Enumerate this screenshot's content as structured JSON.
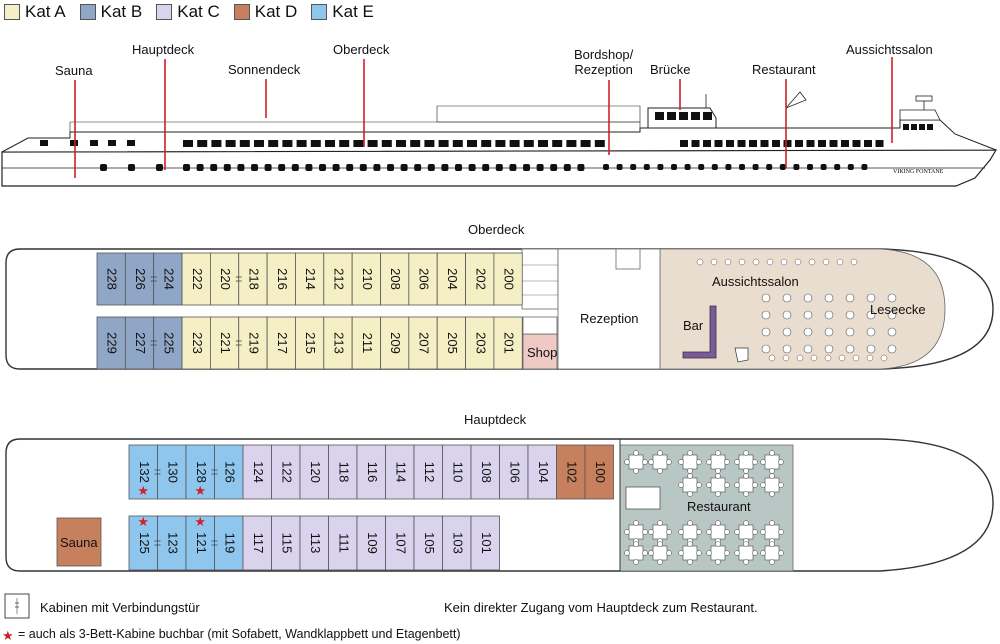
{
  "legend": [
    {
      "label": "Kat A",
      "color": "#f5efc6"
    },
    {
      "label": "Kat B",
      "color": "#8fa6c6"
    },
    {
      "label": "Kat C",
      "color": "#d9d3ee"
    },
    {
      "label": "Kat D",
      "color": "#c7805d"
    },
    {
      "label": "Kat E",
      "color": "#8fc6ee"
    }
  ],
  "profile_labels": {
    "sauna": "Sauna",
    "hauptdeck": "Hauptdeck",
    "sonnendeck": "Sonnendeck",
    "oberdeck": "Oberdeck",
    "bordshop_line1": "Bordshop/",
    "bordshop_line2": "Rezeption",
    "bruecke": "Brücke",
    "restaurant": "Restaurant",
    "aussichtssalon": "Aussichtssalon",
    "ship_name": "VIKING FONTANE"
  },
  "oberdeck": {
    "title": "Oberdeck",
    "top_row": [
      {
        "n": "228",
        "cat": "B"
      },
      {
        "n": "226",
        "cat": "B"
      },
      {
        "n": "224",
        "cat": "B"
      },
      {
        "n": "222",
        "cat": "A"
      },
      {
        "n": "220",
        "cat": "A"
      },
      {
        "n": "218",
        "cat": "A"
      },
      {
        "n": "216",
        "cat": "A"
      },
      {
        "n": "214",
        "cat": "A"
      },
      {
        "n": "212",
        "cat": "A"
      },
      {
        "n": "210",
        "cat": "A"
      },
      {
        "n": "208",
        "cat": "A"
      },
      {
        "n": "206",
        "cat": "A"
      },
      {
        "n": "204",
        "cat": "A"
      },
      {
        "n": "202",
        "cat": "A"
      },
      {
        "n": "200",
        "cat": "A"
      }
    ],
    "bottom_row": [
      {
        "n": "229",
        "cat": "B"
      },
      {
        "n": "227",
        "cat": "B"
      },
      {
        "n": "225",
        "cat": "B"
      },
      {
        "n": "223",
        "cat": "A"
      },
      {
        "n": "221",
        "cat": "A"
      },
      {
        "n": "219",
        "cat": "A"
      },
      {
        "n": "217",
        "cat": "A"
      },
      {
        "n": "215",
        "cat": "A"
      },
      {
        "n": "213",
        "cat": "A"
      },
      {
        "n": "211",
        "cat": "A"
      },
      {
        "n": "209",
        "cat": "A"
      },
      {
        "n": "207",
        "cat": "A"
      },
      {
        "n": "205",
        "cat": "A"
      },
      {
        "n": "203",
        "cat": "A"
      },
      {
        "n": "201",
        "cat": "A"
      }
    ],
    "shop": "Shop",
    "rezeption": "Rezeption",
    "bar": "Bar",
    "aussichtssalon": "Aussichtssalon",
    "leseecke": "Leseecke"
  },
  "hauptdeck": {
    "title": "Hauptdeck",
    "top_row": [
      {
        "n": "132",
        "cat": "E",
        "star": true
      },
      {
        "n": "130",
        "cat": "E"
      },
      {
        "n": "128",
        "cat": "E",
        "star": true
      },
      {
        "n": "126",
        "cat": "E"
      },
      {
        "n": "124",
        "cat": "C"
      },
      {
        "n": "122",
        "cat": "C"
      },
      {
        "n": "120",
        "cat": "C"
      },
      {
        "n": "118",
        "cat": "C"
      },
      {
        "n": "116",
        "cat": "C"
      },
      {
        "n": "114",
        "cat": "C"
      },
      {
        "n": "112",
        "cat": "C"
      },
      {
        "n": "110",
        "cat": "C"
      },
      {
        "n": "108",
        "cat": "C"
      },
      {
        "n": "106",
        "cat": "C"
      },
      {
        "n": "104",
        "cat": "C"
      },
      {
        "n": "102",
        "cat": "D"
      },
      {
        "n": "100",
        "cat": "D"
      }
    ],
    "bottom_row": [
      {
        "n": "125",
        "cat": "E",
        "star": true
      },
      {
        "n": "123",
        "cat": "E"
      },
      {
        "n": "121",
        "cat": "E",
        "star": true
      },
      {
        "n": "119",
        "cat": "E"
      },
      {
        "n": "117",
        "cat": "C"
      },
      {
        "n": "115",
        "cat": "C"
      },
      {
        "n": "113",
        "cat": "C"
      },
      {
        "n": "111",
        "cat": "C"
      },
      {
        "n": "109",
        "cat": "C"
      },
      {
        "n": "107",
        "cat": "C"
      },
      {
        "n": "105",
        "cat": "C"
      },
      {
        "n": "103",
        "cat": "C"
      },
      {
        "n": "101",
        "cat": "C"
      }
    ],
    "sauna": "Sauna",
    "restaurant": "Restaurant"
  },
  "footer": {
    "connect": "Kabinen mit Verbindungstür",
    "no_access": "Kein direkter Zugang vom Hauptdeck zum Restaurant.",
    "star_note": "= auch als 3-Bett-Kabine buchbar (mit Sofabett, Wandklappbett und Etagenbett)"
  },
  "colors": {
    "star": "#d0202a",
    "hull": "#ffffff",
    "salon": "#e9ddcf",
    "restaurant": "#b9c7c4",
    "shop": "#efc9c4"
  }
}
